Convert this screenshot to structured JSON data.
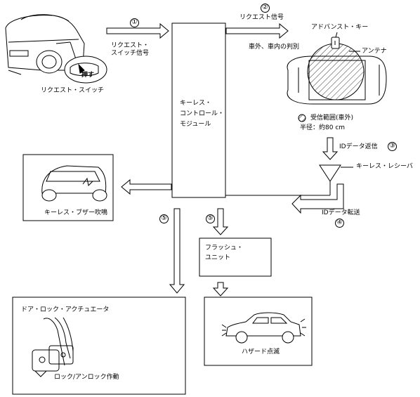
{
  "steps": {
    "s1": "①",
    "s2": "②",
    "s3": "③",
    "s4": "④",
    "s5a": "⑤",
    "s5b": "⑤"
  },
  "labels": {
    "request_switch_signal": "リクエスト・\nスイッチ信号",
    "request_signal": "リクエスト信号",
    "inside_outside_judgement": "車外、車内の判別",
    "advanced_key": "アドバンスト・キー",
    "antenna": "アンテナ",
    "push": "押す",
    "request_switch": "リクエスト・スイッチ",
    "reception_range": "受信範囲(車外)",
    "radius": "半径：約80 cm",
    "id_data_reply": "IDデータ返信",
    "keyless_receiver": "キーレス・レシーバ",
    "id_data_transfer": "IDデータ転送",
    "keyless_control_module": "キーレス・\nコントロール・\nモジュール",
    "keyless_buzzer": "キーレス・ブザー吹鳴",
    "flasher_unit": "フラッシュ・\nユニット",
    "door_lock_actuator": "ドア・ロック・アクチュエータ",
    "lock_unlock_operation": "ロック/アンロック作動",
    "hazard_flash": "ハザード点滅"
  }
}
